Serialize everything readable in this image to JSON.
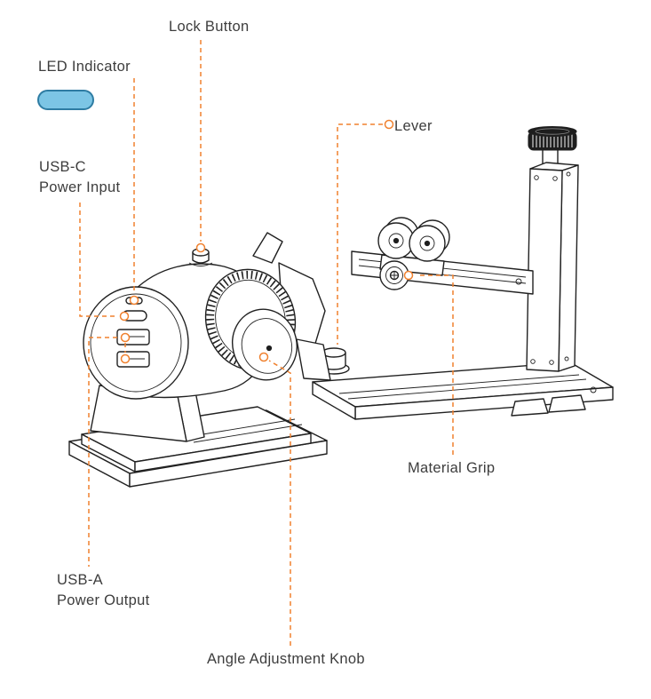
{
  "diagram": {
    "labels": {
      "lock_button": "Lock Button",
      "led_indicator": "LED Indicator",
      "usb_c": {
        "line1": "USB-C",
        "line2": "Power Input"
      },
      "lever": "Lever",
      "material_grip": "Material Grip",
      "usb_a": {
        "line1": "USB-A",
        "line2": "Power Output"
      },
      "angle_knob": "Angle Adjustment Knob"
    },
    "colors": {
      "accent": "#F0812F",
      "led_fill": "#7CC5E5",
      "led_stroke": "#2E7CA3",
      "line": "#212121",
      "text": "#3D3D3D",
      "background": "#FFFFFF"
    }
  }
}
